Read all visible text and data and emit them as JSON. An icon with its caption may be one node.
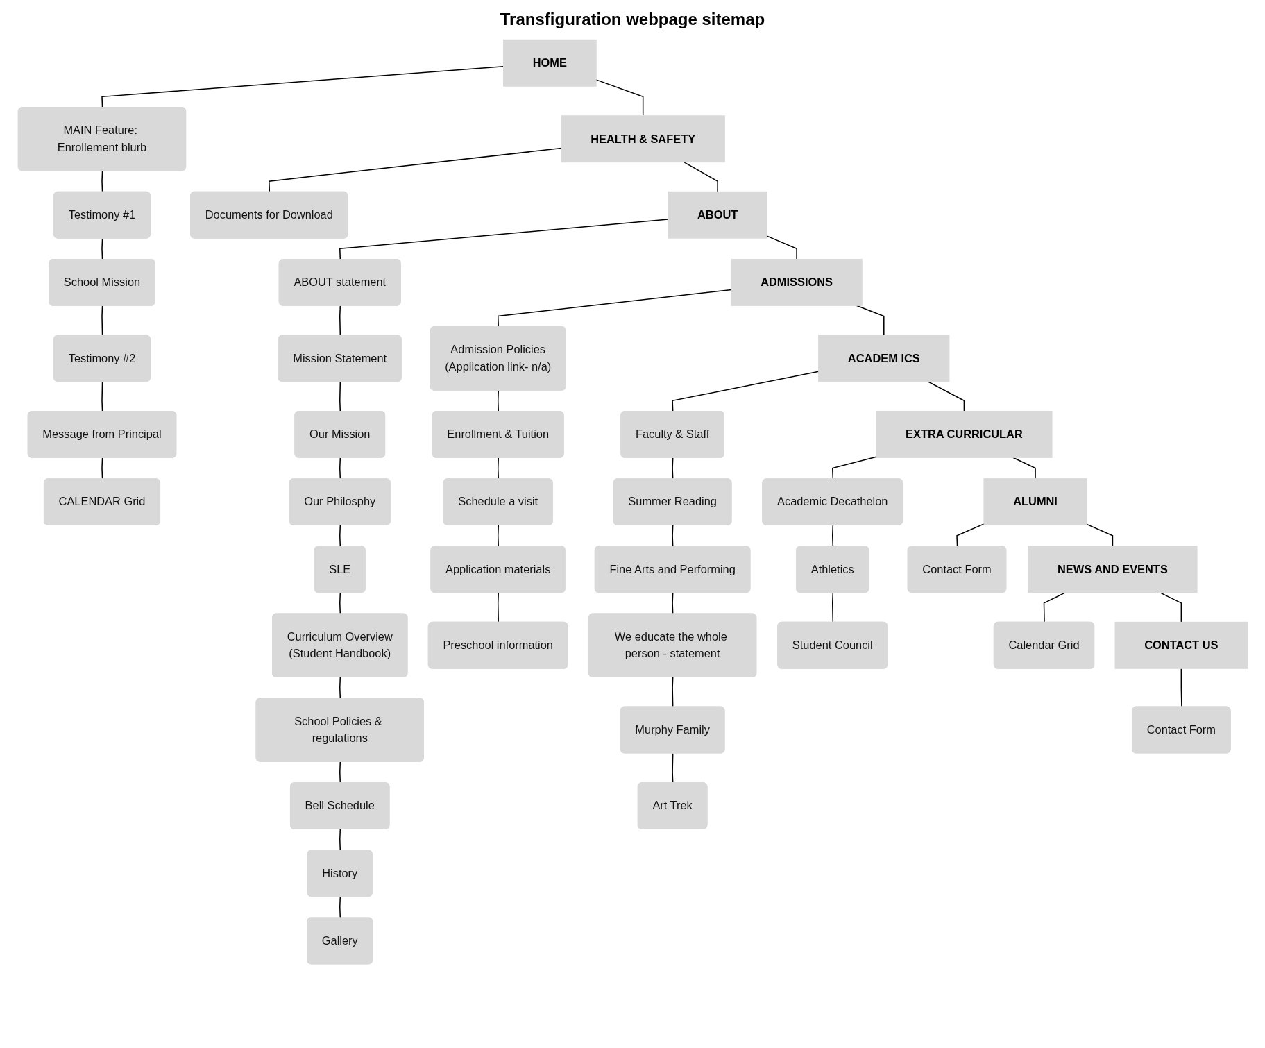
{
  "diagram": {
    "title": "Transfiguration webpage sitemap",
    "nodes": [
      {
        "text": [
          "HOME"
        ]
      },
      {
        "text": [
          "MAIN Feature: Enrollement blurb"
        ]
      },
      {
        "text": [
          "Testimony #1"
        ]
      },
      {
        "text": [
          "School Mission"
        ]
      },
      {
        "text": [
          "Testimony #2"
        ]
      },
      {
        "text": [
          "Message from Principal"
        ]
      },
      {
        "text": [
          "CALENDAR Grid"
        ]
      },
      {
        "text": [
          "HEALTH & SAFETY"
        ]
      },
      {
        "text": [
          "Documents for Download"
        ]
      },
      {
        "text": [
          "ABOUT"
        ]
      },
      {
        "text": [
          "ABOUT statement"
        ]
      },
      {
        "text": [
          "Mission Statement"
        ]
      },
      {
        "text": [
          "Our Mission"
        ]
      },
      {
        "text": [
          "Our Philosphy"
        ]
      },
      {
        "text": [
          "SLE"
        ]
      },
      {
        "text": [
          "Curriculum Overview",
          "(Student Handbook)"
        ]
      },
      {
        "text": [
          "School Policies & regulations"
        ]
      },
      {
        "text": [
          "Bell Schedule"
        ]
      },
      {
        "text": [
          "History"
        ]
      },
      {
        "text": [
          "Gallery"
        ]
      },
      {
        "text": [
          "ADMISSIONS"
        ]
      },
      {
        "text": [
          "Admission Policies",
          "(Application link- n/a)"
        ]
      },
      {
        "text": [
          "Enrollment & Tuition"
        ]
      },
      {
        "text": [
          "Schedule a visit"
        ]
      },
      {
        "text": [
          "Application materials"
        ]
      },
      {
        "text": [
          "Preschool information"
        ]
      },
      {
        "text": [
          "ACADEM ICS"
        ]
      },
      {
        "text": [
          "Faculty & Staff"
        ]
      },
      {
        "text": [
          "Summer Reading"
        ]
      },
      {
        "text": [
          "Fine Arts and Performing"
        ]
      },
      {
        "text": [
          "We educate the whole person - statement"
        ]
      },
      {
        "text": [
          "Murphy Family"
        ]
      },
      {
        "text": [
          "Art Trek"
        ]
      },
      {
        "text": [
          "EXTRA CURRICULAR"
        ]
      },
      {
        "text": [
          "Academic Decathelon"
        ]
      },
      {
        "text": [
          "Athletics"
        ]
      },
      {
        "text": [
          "Student Council"
        ]
      },
      {
        "text": [
          "ALUMNI"
        ]
      },
      {
        "text": [
          "Contact Form"
        ]
      },
      {
        "text": [
          "NEWS AND EVENTS"
        ]
      },
      {
        "text": [
          "Calendar Grid"
        ]
      },
      {
        "text": [
          "CONTACT US"
        ]
      },
      {
        "text": [
          "Contact Form"
        ]
      }
    ],
    "edges": [
      {
        "from": 0,
        "to": 7,
        "arrow": "none"
      },
      {
        "from": 7,
        "to": 9,
        "arrow": "none"
      },
      {
        "from": 9,
        "to": 20,
        "arrow": "none"
      },
      {
        "from": 20,
        "to": 26,
        "arrow": "none"
      },
      {
        "from": 26,
        "to": 33,
        "arrow": "none"
      },
      {
        "from": 33,
        "to": 37,
        "arrow": "none"
      },
      {
        "from": 37,
        "to": 39,
        "arrow": "none"
      },
      {
        "from": 39,
        "to": 41,
        "arrow": "none"
      },
      {
        "from": 0,
        "to": 1,
        "arrow": "none"
      },
      {
        "from": 1,
        "to": 2,
        "arrow": "none"
      },
      {
        "from": 2,
        "to": 3,
        "arrow": "none"
      },
      {
        "from": 3,
        "to": 4,
        "arrow": "none"
      },
      {
        "from": 4,
        "to": 5,
        "arrow": "none"
      },
      {
        "from": 5,
        "to": 6,
        "arrow": "none"
      },
      {
        "from": 7,
        "to": 8,
        "arrow": "none"
      },
      {
        "from": 9,
        "to": 10,
        "arrow": "none"
      },
      {
        "from": 10,
        "to": 11,
        "arrow": "none"
      },
      {
        "from": 11,
        "to": 12,
        "arrow": "none"
      },
      {
        "from": 12,
        "to": 13,
        "arrow": "none"
      },
      {
        "from": 13,
        "to": 14,
        "arrow": "none"
      },
      {
        "from": 14,
        "to": 15,
        "arrow": "none"
      },
      {
        "from": 15,
        "to": 16,
        "arrow": "none"
      },
      {
        "from": 16,
        "to": 17,
        "arrow": "none"
      },
      {
        "from": 17,
        "to": 18,
        "arrow": "none"
      },
      {
        "from": 18,
        "to": 19,
        "arrow": "none"
      },
      {
        "from": 20,
        "to": 21,
        "arrow": "none"
      },
      {
        "from": 21,
        "to": 22,
        "arrow": "none"
      },
      {
        "from": 22,
        "to": 23,
        "arrow": "none"
      },
      {
        "from": 23,
        "to": 24,
        "arrow": "none"
      },
      {
        "from": 24,
        "to": 25,
        "arrow": "none"
      },
      {
        "from": 26,
        "to": 27,
        "arrow": "none"
      },
      {
        "from": 27,
        "to": 28,
        "arrow": "none"
      },
      {
        "from": 28,
        "to": 29,
        "arrow": "none"
      },
      {
        "from": 29,
        "to": 30,
        "arrow": "none"
      },
      {
        "from": 30,
        "to": 31,
        "arrow": "none"
      },
      {
        "from": 31,
        "to": 32,
        "arrow": "none"
      },
      {
        "from": 33,
        "to": 34,
        "arrow": "none"
      },
      {
        "from": 34,
        "to": 35,
        "arrow": "none"
      },
      {
        "from": 35,
        "to": 36,
        "arrow": "none"
      },
      {
        "from": 37,
        "to": 38,
        "arrow": "none"
      },
      {
        "from": 39,
        "to": 40,
        "arrow": "none"
      },
      {
        "from": 41,
        "to": 42,
        "arrow": "none"
      }
    ]
  }
}
